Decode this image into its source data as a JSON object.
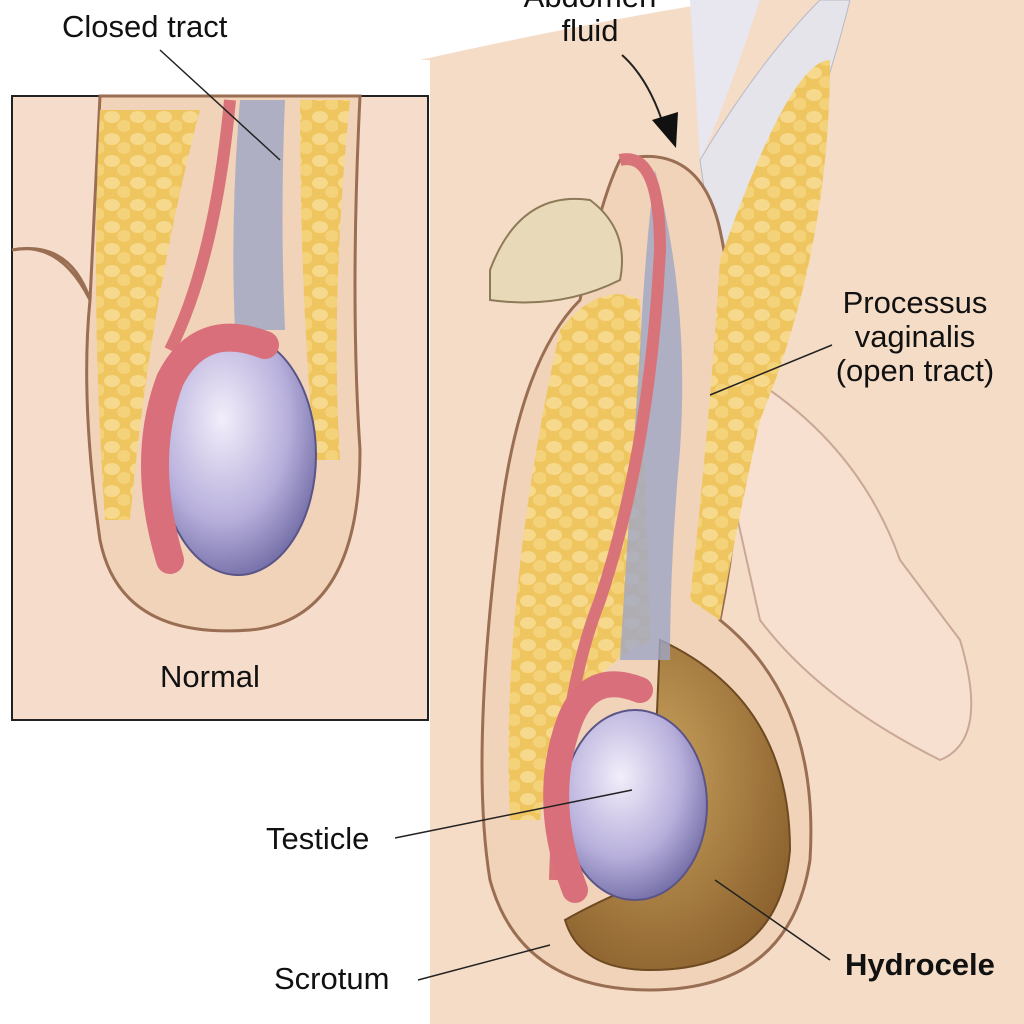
{
  "labels": {
    "closed_tract": "Closed tract",
    "abdomen_fluid_line1": "Abdomen",
    "abdomen_fluid_line2": "fluid",
    "processus_line1": "Processus",
    "processus_line2": "vaginalis",
    "processus_line3": "(open tract)",
    "normal": "Normal",
    "testicle": "Testicle",
    "scrotum": "Scrotum",
    "hydrocele": "Hydrocele"
  },
  "colors": {
    "skin": "#f3d9c0",
    "fat": "#eec66a",
    "cord": "#d9737a",
    "testicle": "#b6addb",
    "fluid": "#b88a45",
    "bone": "#e8d9b8"
  }
}
